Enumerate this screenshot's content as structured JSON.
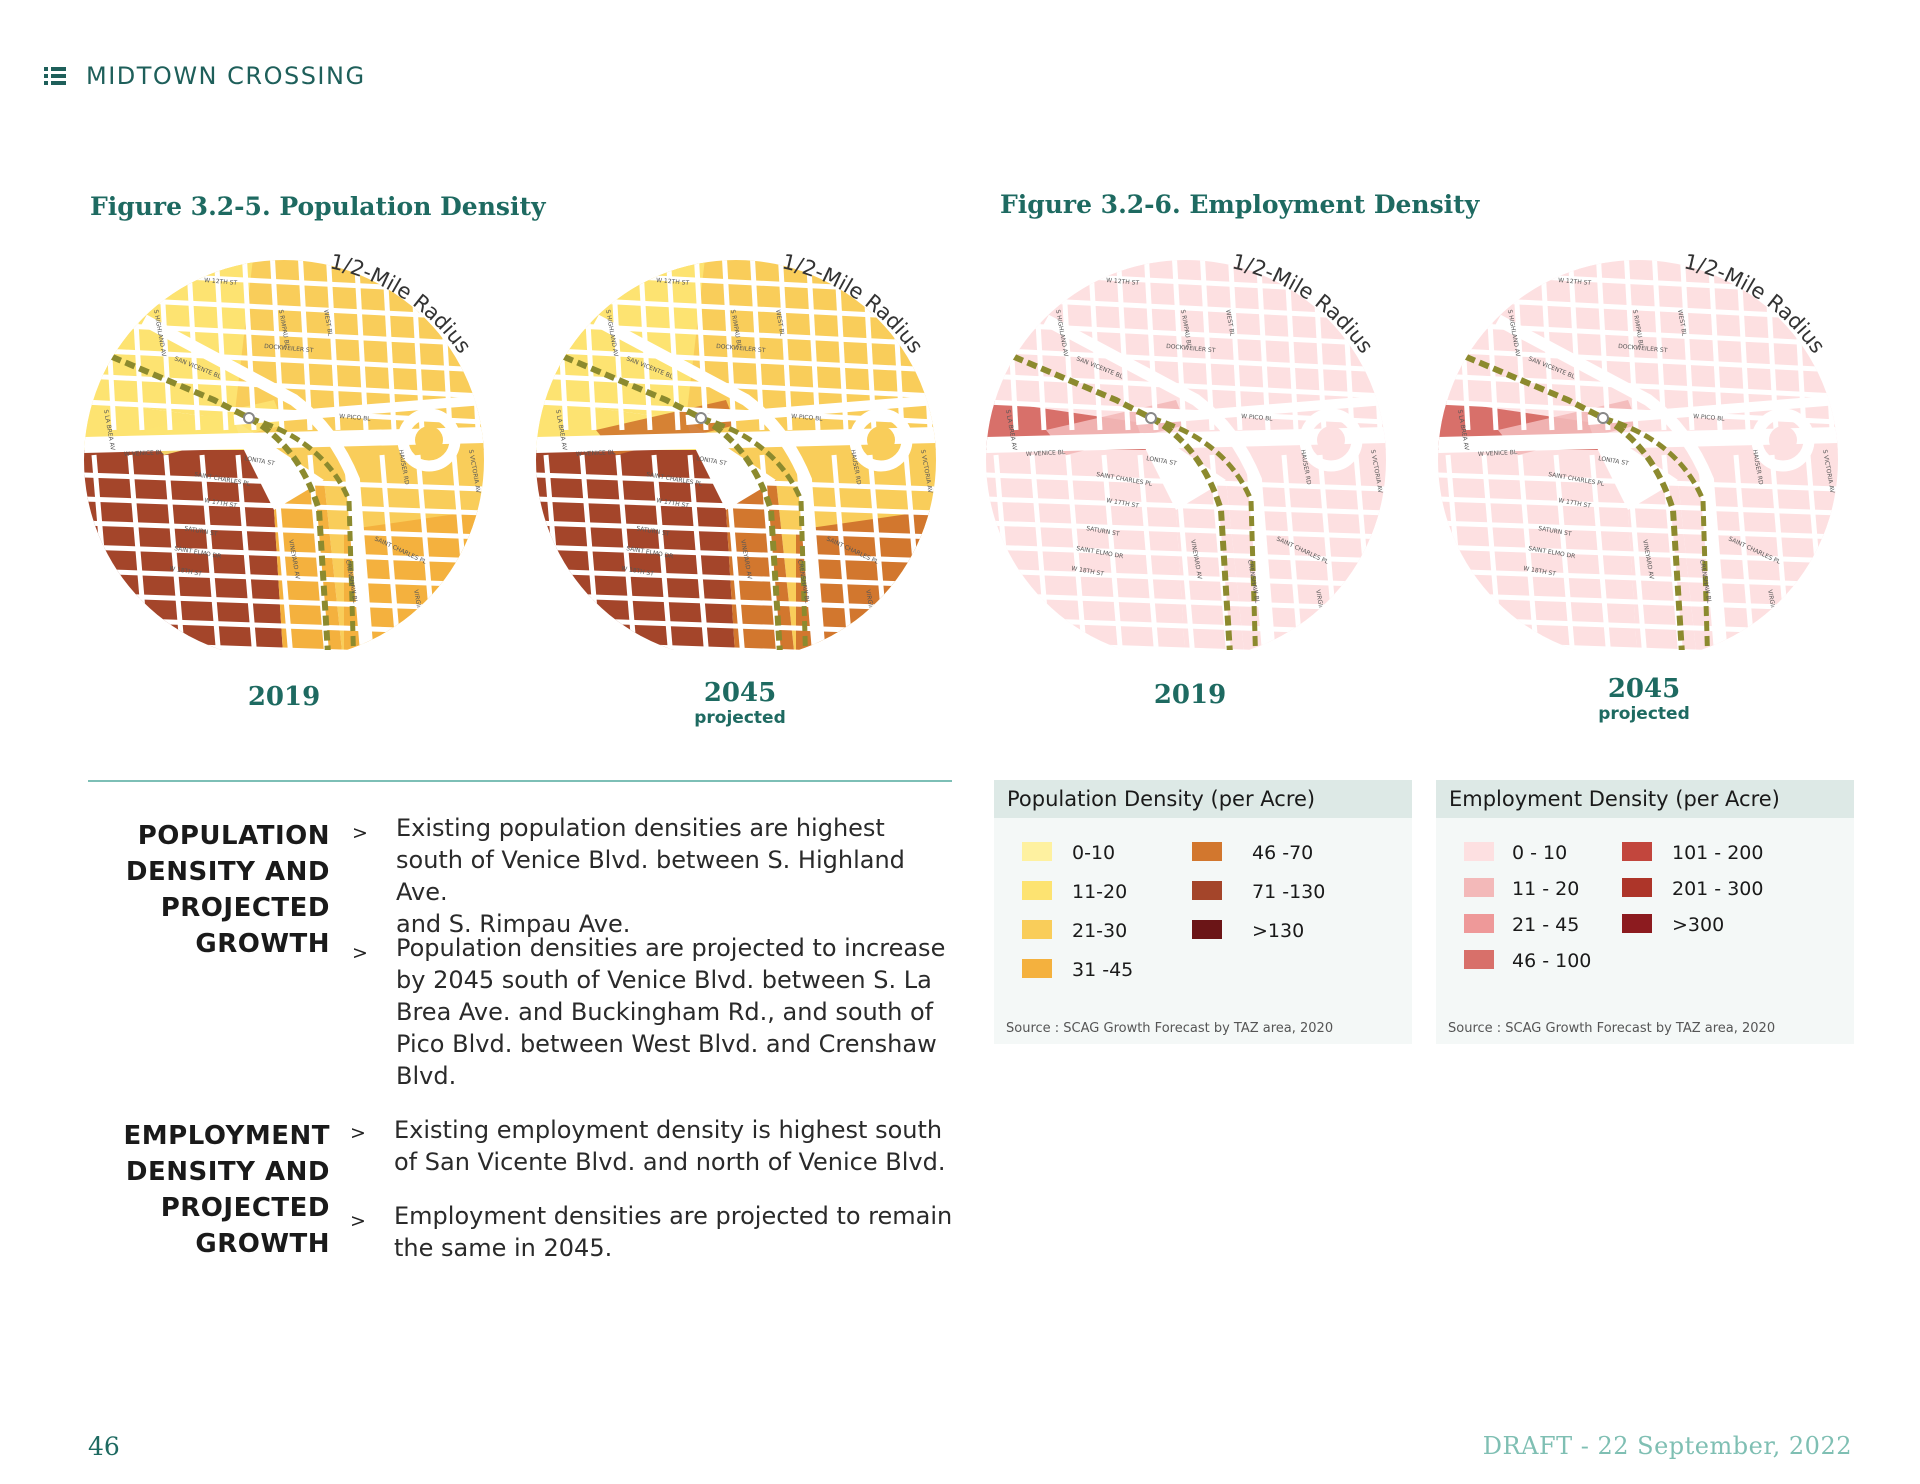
{
  "header": {
    "title": "MIDTOWN CROSSING",
    "icon": "list-icon"
  },
  "figures": {
    "population": {
      "title": "Figure 3.2-5.  Population Density"
    },
    "employment": {
      "title": "Figure 3.2-6.  Employment Density"
    }
  },
  "maps": {
    "radius_label": "1/2-Mile Radius",
    "pop2019": {
      "year": "2019"
    },
    "pop2045": {
      "year": "2045",
      "note": "projected"
    },
    "emp2019": {
      "year": "2019"
    },
    "emp2045": {
      "year": "2045",
      "note": "projected"
    },
    "streets": {
      "w12": "W 12TH ST",
      "dock": "DOCKWEILER ST",
      "sanv": "SAN VICENTE BL",
      "pico": "W PICO BL",
      "venice": "W VENICE BL",
      "lonita": "LONITA ST",
      "scharles": "SAINT CHARLES PL",
      "w17": "W 17TH ST",
      "saturn": "SATURN ST",
      "selmo": "SAINT ELMO DR",
      "w18": "W 18TH ST",
      "labrea": "S LA BREA AV",
      "highland": "S HIGHLAND AV",
      "west": "WEST BL",
      "rimpau": "S RIMPAU BL",
      "vineyard": "VINEYARD AV",
      "crenshaw": "CRENSHAW BL",
      "victoria": "S VICTORIA AV",
      "virginia": "VIRGINIA RD",
      "arlington": "ARLINGTON RD",
      "hauser": "HAUSER RD",
      "scharles2": "SAINT CHARLES PL"
    }
  },
  "colors": {
    "pop": [
      "#fef1a0",
      "#fde371",
      "#f9cd5a",
      "#f4b13e",
      "#d2772e",
      "#a4452a",
      "#6b1517"
    ],
    "emp": [
      "#fde0e1",
      "#f3b9b9",
      "#ee9999",
      "#d8706a",
      "#c2463d",
      "#ad3529",
      "#8c1b1f"
    ],
    "teal": "#1e6a61",
    "rail": "#8c8a2e"
  },
  "sections": [
    {
      "title_lines": [
        "POPULATION",
        "DENSITY AND",
        "PROJECTED",
        "GROWTH"
      ],
      "bullets": [
        {
          "marker": ">",
          "lines": [
            "Existing population densities are highest",
            "south of Venice Blvd. between S. Highland Ave.",
            "and S. Rimpau Ave."
          ]
        },
        {
          "marker": ">",
          "lines": [
            "Population densities are projected to increase",
            "by 2045 south of Venice Blvd. between S. La",
            "Brea Ave. and Buckingham Rd., and south of",
            "Pico Blvd. between West Blvd. and Crenshaw",
            "Blvd."
          ]
        }
      ]
    },
    {
      "title_lines": [
        "EMPLOYMENT",
        "DENSITY AND",
        "PROJECTED",
        "GROWTH"
      ],
      "bullets": [
        {
          "marker": ">",
          "lines": [
            "Existing employment density is highest south",
            "of San Vicente Blvd. and north of Venice Blvd."
          ]
        },
        {
          "marker": ">",
          "lines": [
            "Employment densities are projected to remain",
            "the same in 2045."
          ]
        }
      ]
    }
  ],
  "legends": {
    "population": {
      "title": "Population Density (per Acre)",
      "items": [
        "0-10",
        "11-20",
        "21-30",
        "31 -45",
        "46 -70",
        "71 -130",
        ">130"
      ],
      "source": "Source : SCAG Growth Forecast by TAZ area, 2020"
    },
    "employment": {
      "title": "Employment Density (per Acre)",
      "items": [
        "0 - 10",
        "11 - 20",
        "21 - 45",
        "46 - 100",
        "101 - 200",
        "201 - 300",
        ">300"
      ],
      "source": "Source : SCAG Growth Forecast by TAZ area, 2020"
    }
  },
  "footer": {
    "page_number": "46",
    "draft": "DRAFT - 22 September, 2022"
  }
}
